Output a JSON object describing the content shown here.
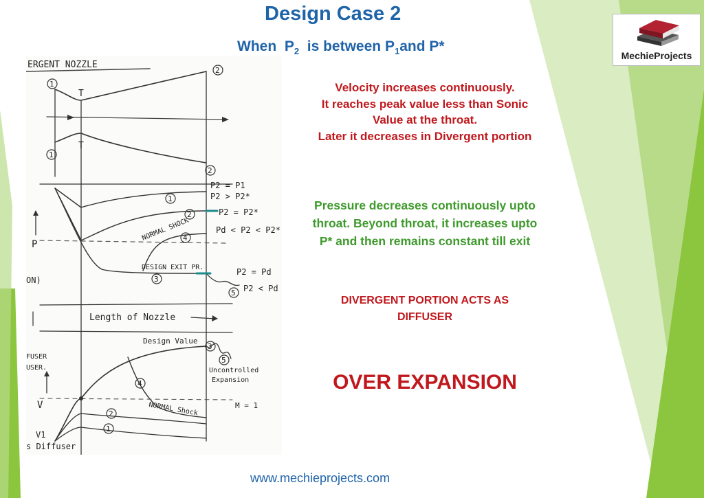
{
  "slide": {
    "title": "Design Case 2",
    "subtitle_prefix": "When",
    "p2": "P",
    "p2_sub": "2",
    "subtitle_mid": "is between",
    "p1": "P",
    "p1_sub": "1",
    "subtitle_end": "and  P*",
    "velocity_lines": [
      "Velocity increases continuously.",
      "It reaches peak value less than Sonic",
      "Value at the throat.",
      "Later it decreases in Divergent portion"
    ],
    "pressure_lines": [
      "Pressure decreases continuously upto",
      "throat. Beyond throat, it increases upto",
      "P* and then remains constant till exit"
    ],
    "diffuser_lines": [
      "DIVERGENT PORTION ACTS AS",
      "DIFFUSER"
    ],
    "over_expansion": "OVER EXPANSION",
    "website": "www.mechieprojects.com",
    "logo_text": "MechieProjects"
  },
  "sketch": {
    "top_label": "ERGENT NOZZLE",
    "t_label": "T",
    "circle1": "1",
    "circle2": "2",
    "p2_eq_p1": "P2 = P1",
    "p2_gt_pstar": "P2 > P2*",
    "p2_eq_pstar": "P2 = P2*",
    "pd_range": "Pd < P2 < P2*",
    "normal_shock": "NORMAL SHOCK",
    "design_exit": "DESIGN EXIT PR.",
    "p2_eq_pd": "P2 = Pd",
    "p2_lt_pd": "P2 < Pd",
    "c1": "1",
    "c2": "2",
    "c3": "3",
    "c4": "4",
    "c5": "5",
    "p_label": "P",
    "on_label": "ON)",
    "length_label": "Length of Nozzle",
    "design_value": "Design Value",
    "uncontrolled": "Uncontrolled",
    "expansion": "Expansion",
    "normal_shock2": "NORMAL Shock",
    "m_eq_1": "M = 1",
    "v_label": "V",
    "v1_label": "V1",
    "diffuser_label": "s Diffuser",
    "user_label": "USER.",
    "fuser_label": "FUSER"
  },
  "colors": {
    "title_blue": "#1f63a8",
    "text_red": "#c0181d",
    "text_green": "#3f9a2d",
    "accent_green": "#8cc63f"
  }
}
